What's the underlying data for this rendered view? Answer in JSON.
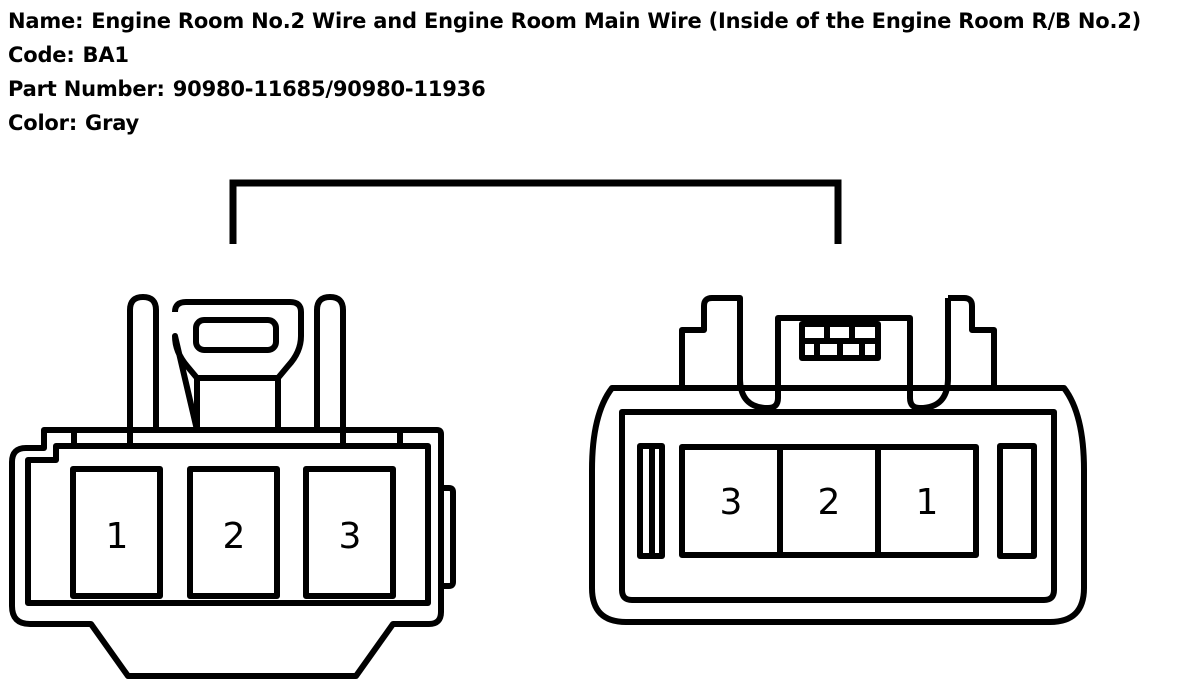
{
  "header": {
    "name_label": "Name:",
    "name_value": "Engine Room No.2 Wire and Engine Room Main Wire (Inside of the Engine Room R/B No.2)",
    "code_label": "Code:",
    "code_value": "BA1",
    "part_label": "Part Number:",
    "part_value": "90980-11685/90980-11936",
    "color_label": "Color:",
    "color_value": "Gray"
  },
  "connectors": {
    "left_pins": [
      "1",
      "2",
      "3"
    ],
    "right_pins": [
      "3",
      "2",
      "1"
    ]
  }
}
